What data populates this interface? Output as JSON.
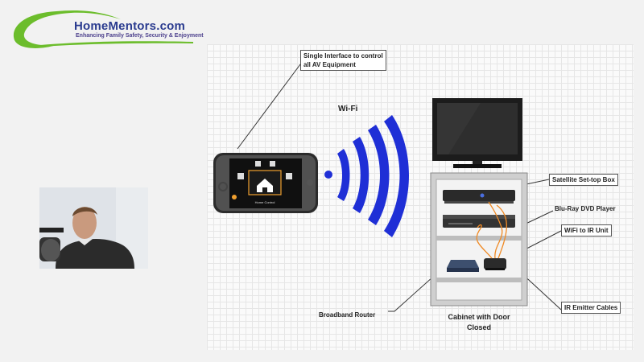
{
  "branding": {
    "title": "HomeMentors.com",
    "tagline": "Enhancing Family Safety, Security & Enjoyment",
    "swoosh_color": "#6cbd2c",
    "text_color": "#2a3b8f"
  },
  "diagram": {
    "labels": {
      "single_interface": "Single Interface to control\nall AV Equipment",
      "wifi": "Wi-Fi",
      "satellite": "Satellite Set-top Box",
      "bluray": "Blu-Ray DVD Player",
      "wifi_ir": "WiFi to IR  Unit",
      "ir_cables": "IR Emitter Cables",
      "router": "Broadband Router",
      "cabinet": "Cabinet with Door\nClosed"
    },
    "phone": {
      "home_caption": "Home Control"
    },
    "colors": {
      "wifi_arcs": "#1f2fd6",
      "ir_cables": "#f08a24",
      "leader_lines": "#333333"
    }
  },
  "webcam": {
    "icon": "presenter-video-thumbnail"
  }
}
